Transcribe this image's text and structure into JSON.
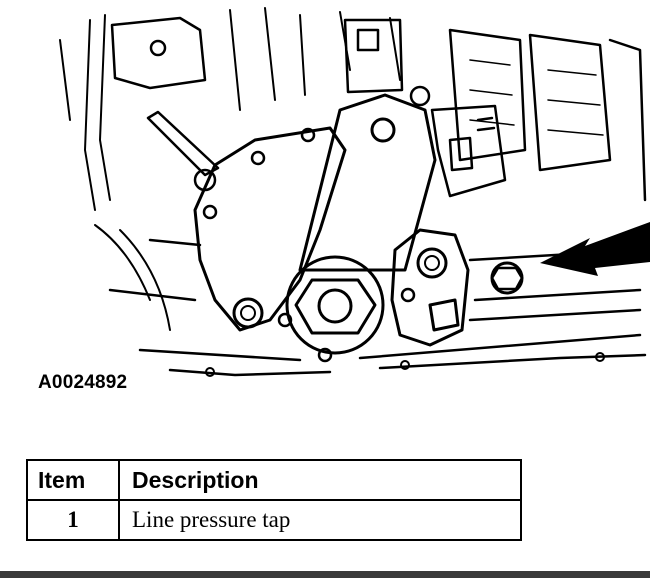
{
  "figure": {
    "id": "A0024892",
    "callout_arrow": "solid-arrow-icon"
  },
  "table": {
    "headers": {
      "item": "Item",
      "description": "Description"
    },
    "rows": [
      {
        "item": "1",
        "description": "Line pressure tap"
      }
    ]
  },
  "colors": {
    "ink": "#000000",
    "background": "#ffffff",
    "footer_bar": "#3a3a3a"
  }
}
